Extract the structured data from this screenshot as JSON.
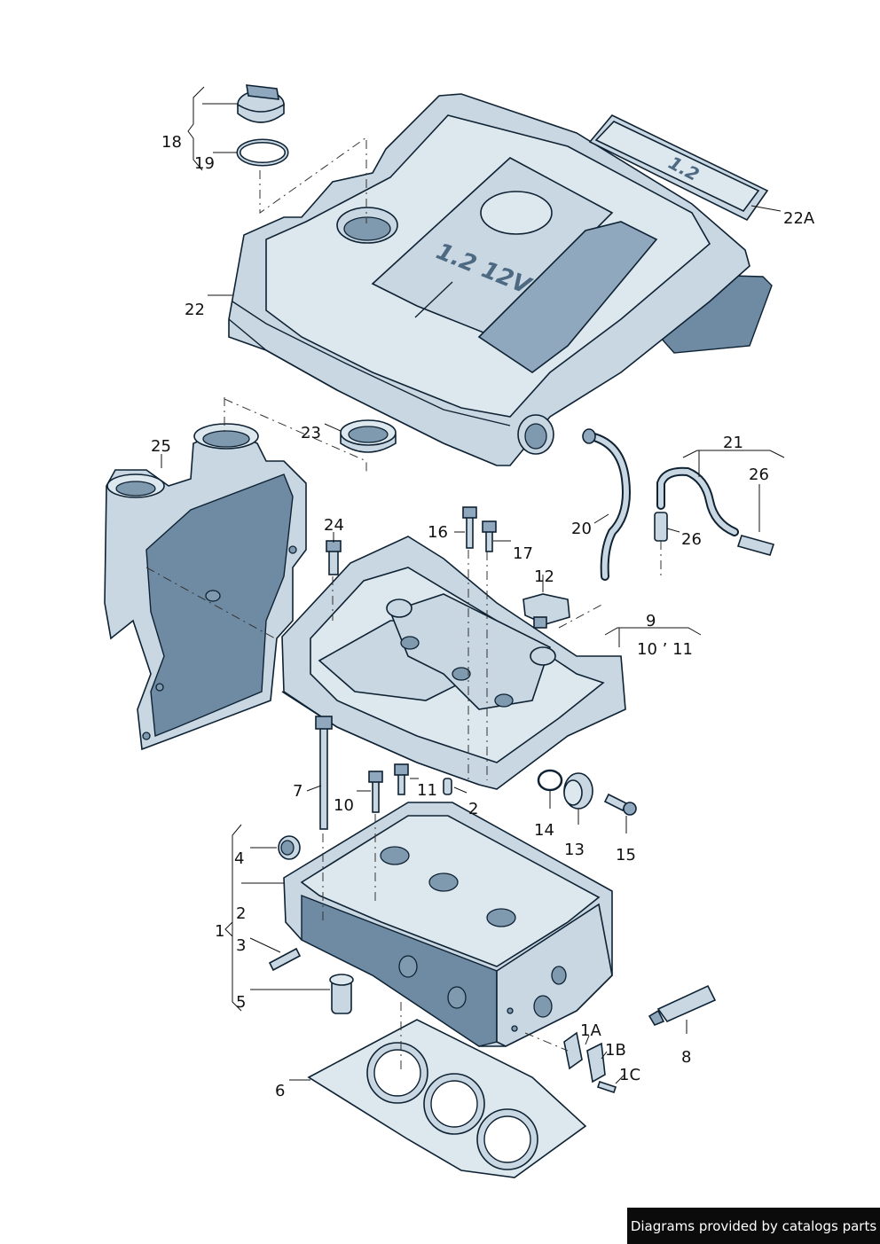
{
  "watermark": "Diagrams provided by catalogs parts",
  "cover_emboss": {
    "main": "1.2 12V",
    "strip": "1.2"
  },
  "callouts": {
    "c1": "1",
    "c1a": "1A",
    "c1b": "1B",
    "c1c": "1C",
    "c2_head": "2",
    "c2_pin": "2",
    "c3": "3",
    "c4": "4",
    "c5": "5",
    "c6": "6",
    "c7": "7",
    "c8": "8",
    "c9": "9",
    "c10_11": "10 ’ 11",
    "c10": "10",
    "c11": "11",
    "c12": "12",
    "c13": "13",
    "c14": "14",
    "c15": "15",
    "c16": "16",
    "c17": "17",
    "c18": "18",
    "c19": "19",
    "c20": "20",
    "c21": "21",
    "c22": "22",
    "c22a": "22A",
    "c23": "23",
    "c24": "24",
    "c25": "25",
    "c26a": "26",
    "c26b": "26"
  }
}
